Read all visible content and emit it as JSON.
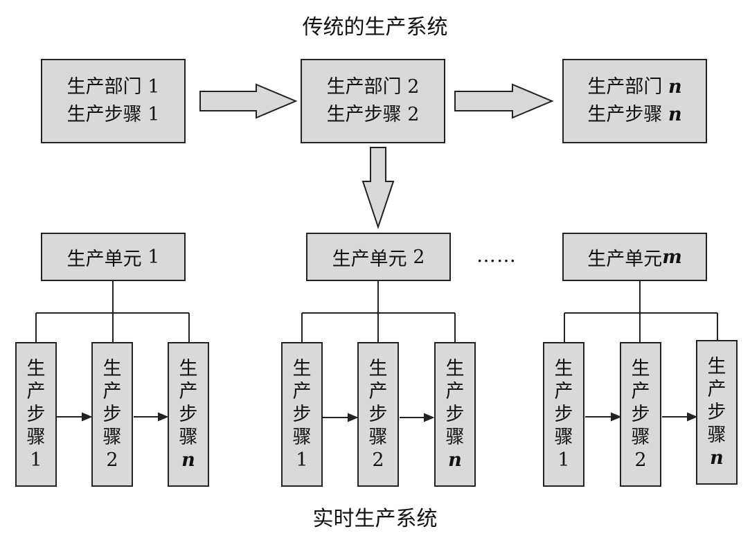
{
  "top_title": "传统的生产系统",
  "bottom_title": "实时生产系统",
  "departments": [
    {
      "line1": "生产部门",
      "num1": "1",
      "line2": "生产步骤",
      "num2": "1"
    },
    {
      "line1": "生产部门",
      "num1": "2",
      "line2": "生产步骤",
      "num2": "2"
    },
    {
      "line1": "生产部门",
      "num1": "n",
      "line2": "生产步骤",
      "num2": "n"
    }
  ],
  "units": [
    {
      "label": "生产单元",
      "num": "1"
    },
    {
      "label": "生产单元",
      "num": "2"
    },
    {
      "label": "生产单元",
      "num": "m"
    }
  ],
  "ellipsis": "……",
  "step_chars": [
    "生",
    "产",
    "步",
    "骤"
  ],
  "step_nums": [
    [
      "1",
      "2",
      "n"
    ],
    [
      "1",
      "2",
      "n"
    ],
    [
      "1",
      "2",
      "n"
    ]
  ],
  "colors": {
    "fill": "#d9d9d9",
    "stroke": "#222222"
  }
}
